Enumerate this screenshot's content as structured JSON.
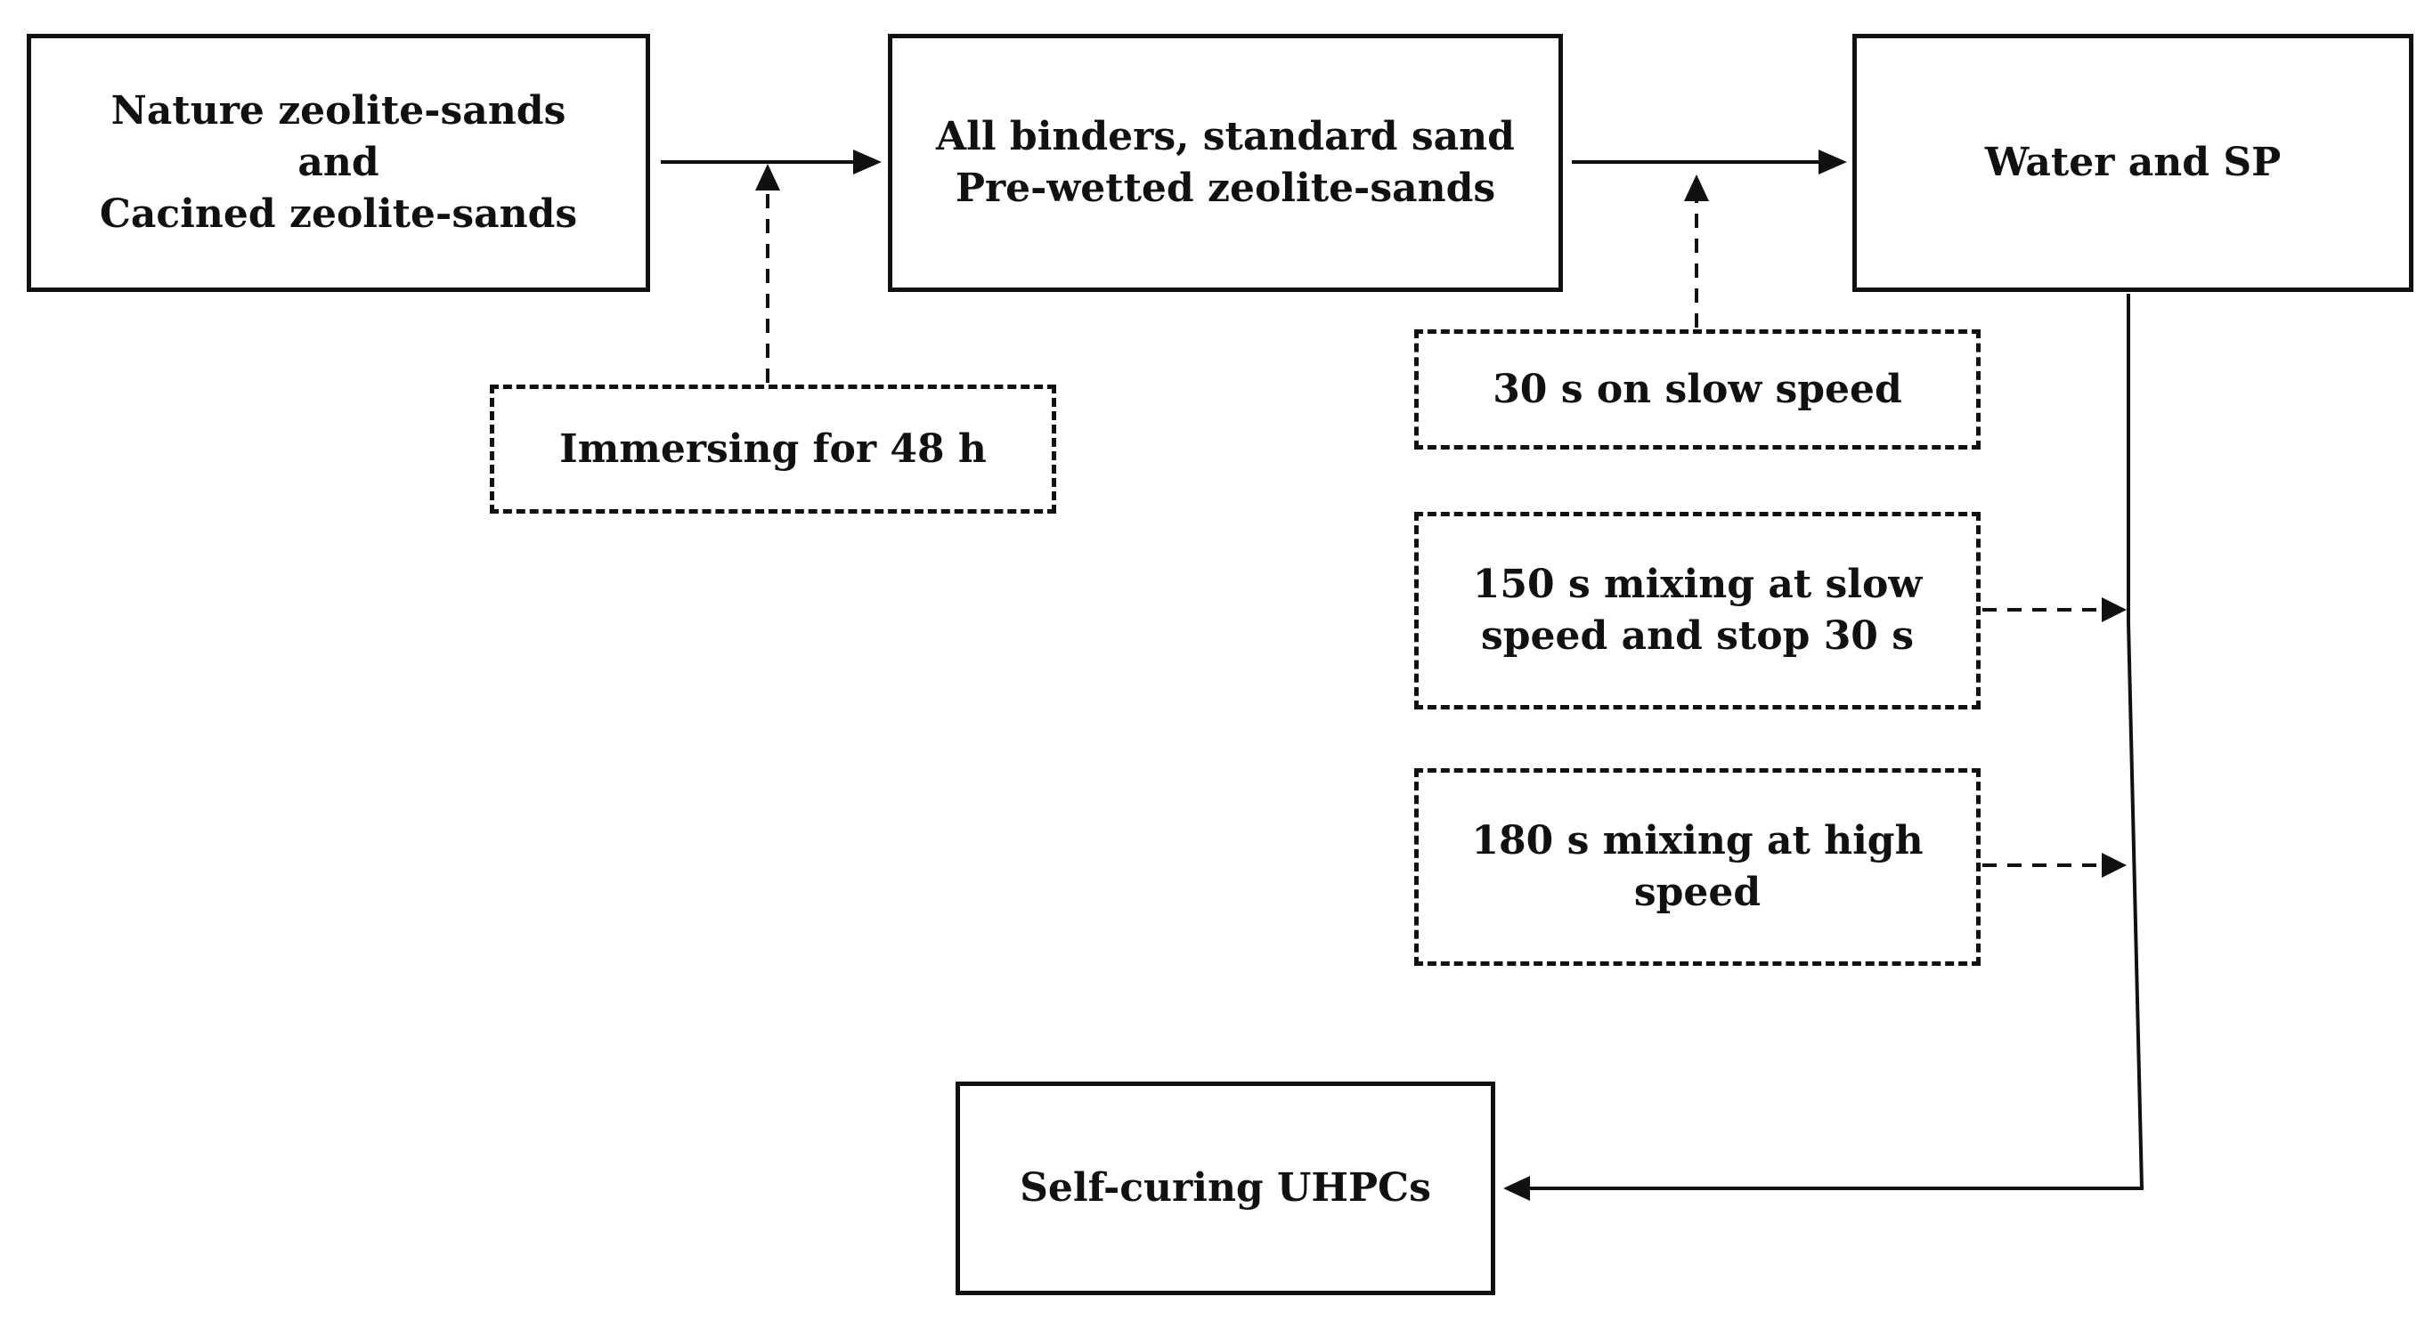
{
  "diagram": {
    "nodes": {
      "natural_sands": {
        "lines": [
          "Nature zeolite-sands",
          "and",
          "Cacined zeolite-sands"
        ]
      },
      "binders": {
        "lines": [
          "All binders, standard sand",
          "Pre-wetted zeolite-sands"
        ]
      },
      "water_sp": {
        "lines": [
          "Water and SP"
        ]
      },
      "immersing": {
        "lines": [
          "Immersing for 48 h"
        ]
      },
      "slow_30": {
        "lines": [
          "30 s on slow speed"
        ]
      },
      "mixing_150": {
        "lines": [
          "150 s mixing at  slow",
          "speed and stop 30 s"
        ]
      },
      "mixing_180": {
        "lines": [
          "180 s mixing at  high",
          "speed"
        ]
      },
      "uhpc": {
        "lines": [
          "Self-curing UHPCs"
        ]
      }
    },
    "edges": [
      {
        "from": "natural_sands",
        "to": "binders",
        "style": "solid"
      },
      {
        "from": "binders",
        "to": "water_sp",
        "style": "solid"
      },
      {
        "from": "immersing",
        "to": "natural_sands-binders edge",
        "style": "dashed"
      },
      {
        "from": "slow_30",
        "to": "binders-water_sp edge",
        "style": "dashed"
      },
      {
        "from": "mixing_150",
        "to": "water_sp-uhpc edge",
        "style": "dashed"
      },
      {
        "from": "mixing_180",
        "to": "water_sp-uhpc edge",
        "style": "dashed"
      },
      {
        "from": "water_sp",
        "to": "uhpc",
        "style": "solid"
      }
    ],
    "colors": {
      "stroke": "#111111",
      "text": "#111111",
      "background": "#ffffff"
    }
  }
}
